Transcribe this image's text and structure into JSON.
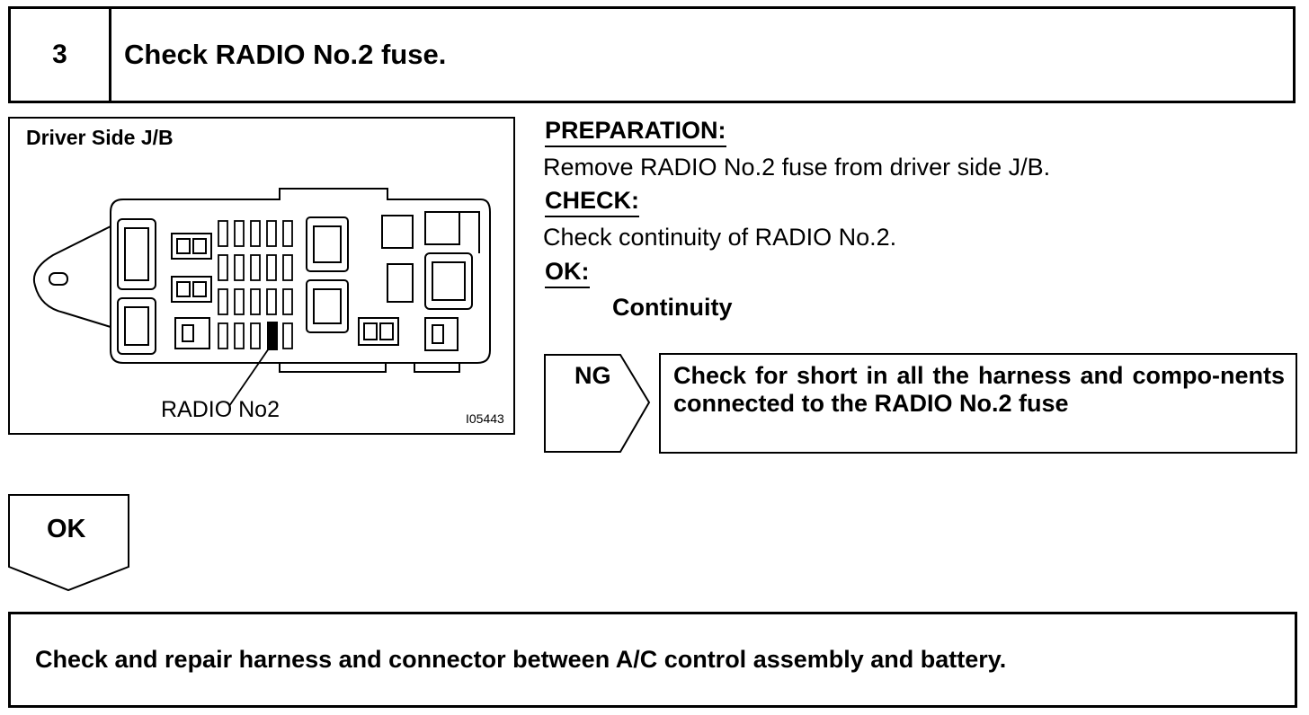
{
  "step": {
    "number": "3",
    "title": "Check RADIO No.2 fuse."
  },
  "diagram": {
    "title": "Driver Side J/B",
    "callout": "RADIO No2",
    "figure_id": "I05443"
  },
  "instructions": {
    "preparation_heading": "PREPARATION:",
    "preparation_text": "Remove RADIO No.2 fuse from driver side J/B.",
    "check_heading": "CHECK:",
    "check_text": "Check continuity of RADIO No.2.",
    "ok_heading": "OK:",
    "ok_value": "Continuity"
  },
  "ng_branch": {
    "label": "NG",
    "action": "Check for short in all the harness and compo-nents connected to the RADIO No.2 fuse"
  },
  "ok_branch": {
    "label": "OK"
  },
  "final_action": "Check and repair harness and connector between A/C control assembly and battery."
}
